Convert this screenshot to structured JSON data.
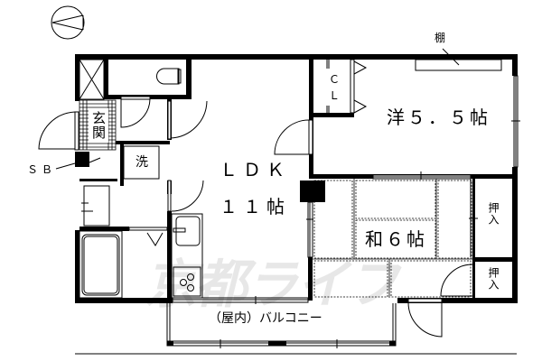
{
  "plan": {
    "compass": "north-arrow",
    "rooms": {
      "ldk": {
        "name": "ＬＤＫ",
        "size": "１１帖"
      },
      "western": {
        "label": "洋５．５帖"
      },
      "japanese": {
        "label": "和６帖"
      },
      "closet": {
        "label_c": "Ｃ",
        "label_l": "Ｌ"
      },
      "shelf": {
        "label": "棚"
      },
      "oshiire_1": {
        "label": "押入"
      },
      "oshiire_2": {
        "label": "押入"
      },
      "entrance": {
        "label": "玄関"
      },
      "washer": {
        "label": "洗"
      },
      "balcony": {
        "label": "（屋内）バルコニー"
      },
      "shoe_box": {
        "label": "ＳＢ"
      }
    },
    "watermark": "京都ライフ",
    "colors": {
      "wall": "#000000",
      "background": "#ffffff",
      "watermark": "#e6e6e6"
    }
  }
}
